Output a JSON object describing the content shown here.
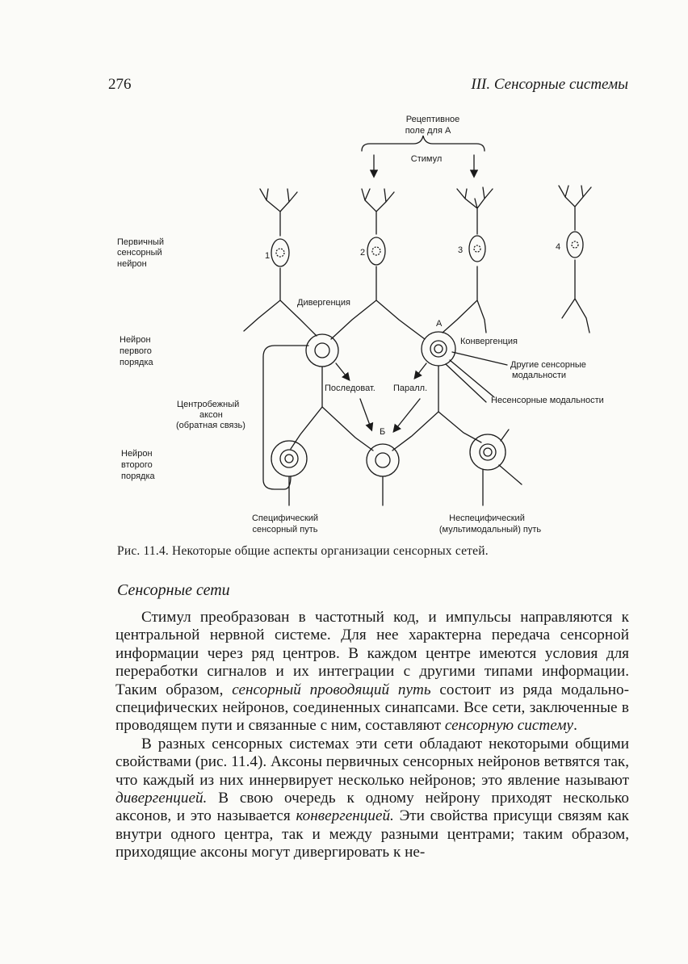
{
  "header": {
    "page_number": "276",
    "running_head": "III. Сенсорные системы"
  },
  "figure": {
    "receptive_field_line1": "Рецептивное",
    "receptive_field_line2": "поле для А",
    "stimulus": "Стимул",
    "row_primary": [
      "Первичный",
      "сенсорный",
      "нейрон"
    ],
    "row_first": [
      "Нейрон",
      "первого",
      "порядка"
    ],
    "row_second": [
      "Нейрон",
      "второго",
      "порядка"
    ],
    "neuron_numbers": [
      "1",
      "2",
      "3",
      "4"
    ],
    "divergence": "Дивергенция",
    "convergence": "Конвергенция",
    "label_A": "А",
    "label_B": "Б",
    "other_modalities_line1": "Другие сенсорные",
    "other_modalities_line2": "модальности",
    "nonsensory": "Несенсорные модальности",
    "sequential": "Последоват.",
    "parallel": "Паралл.",
    "centrifugal": [
      "Центробежный",
      "аксон",
      "(обратная связь)"
    ],
    "specific_path": [
      "Специфический",
      "сенсорный путь"
    ],
    "nonspecific_path": [
      "Неспецифический",
      "(мультимодальный) путь"
    ]
  },
  "caption": "Рис. 11.4. Некоторые общие аспекты организации сенсорных сетей.",
  "section_title": "Сенсорные сети",
  "paragraph1": {
    "part1": "Стимул преобразован в частотный код, и импульсы направляются к центральной нервной системе. Для нее характерна передача сенсорной информации через ряд центров. В каждом центре имеются условия для переработки сигналов и их интеграции с другими типами информации. Таким образом, ",
    "em1": "сенсорный проводящий путь",
    "part2": " состоит из ряда модально-специфических нейронов, соединенных синапсами. Все сети, заключенные в проводящем пути и связанные с ним, составляют ",
    "em2": "сенсорную систему",
    "part3": "."
  },
  "paragraph2": {
    "part1": "В разных сенсорных системах эти сети обладают некоторыми общими свойствами (рис. 11.4). Аксоны первичных сенсорных нейронов ветвятся так, что каждый из них иннервирует несколько нейронов; это явление называют ",
    "em1": "дивергенцией.",
    "part2": " В свою очередь к одному нейрону приходят несколько аксонов, и это называется ",
    "em2": "конвергенцией.",
    "part3": " Эти свойства присущи связям как внутри одного центра, так и между разными центрами; таким образом, приходящие аксоны могут дивергировать к не-"
  }
}
